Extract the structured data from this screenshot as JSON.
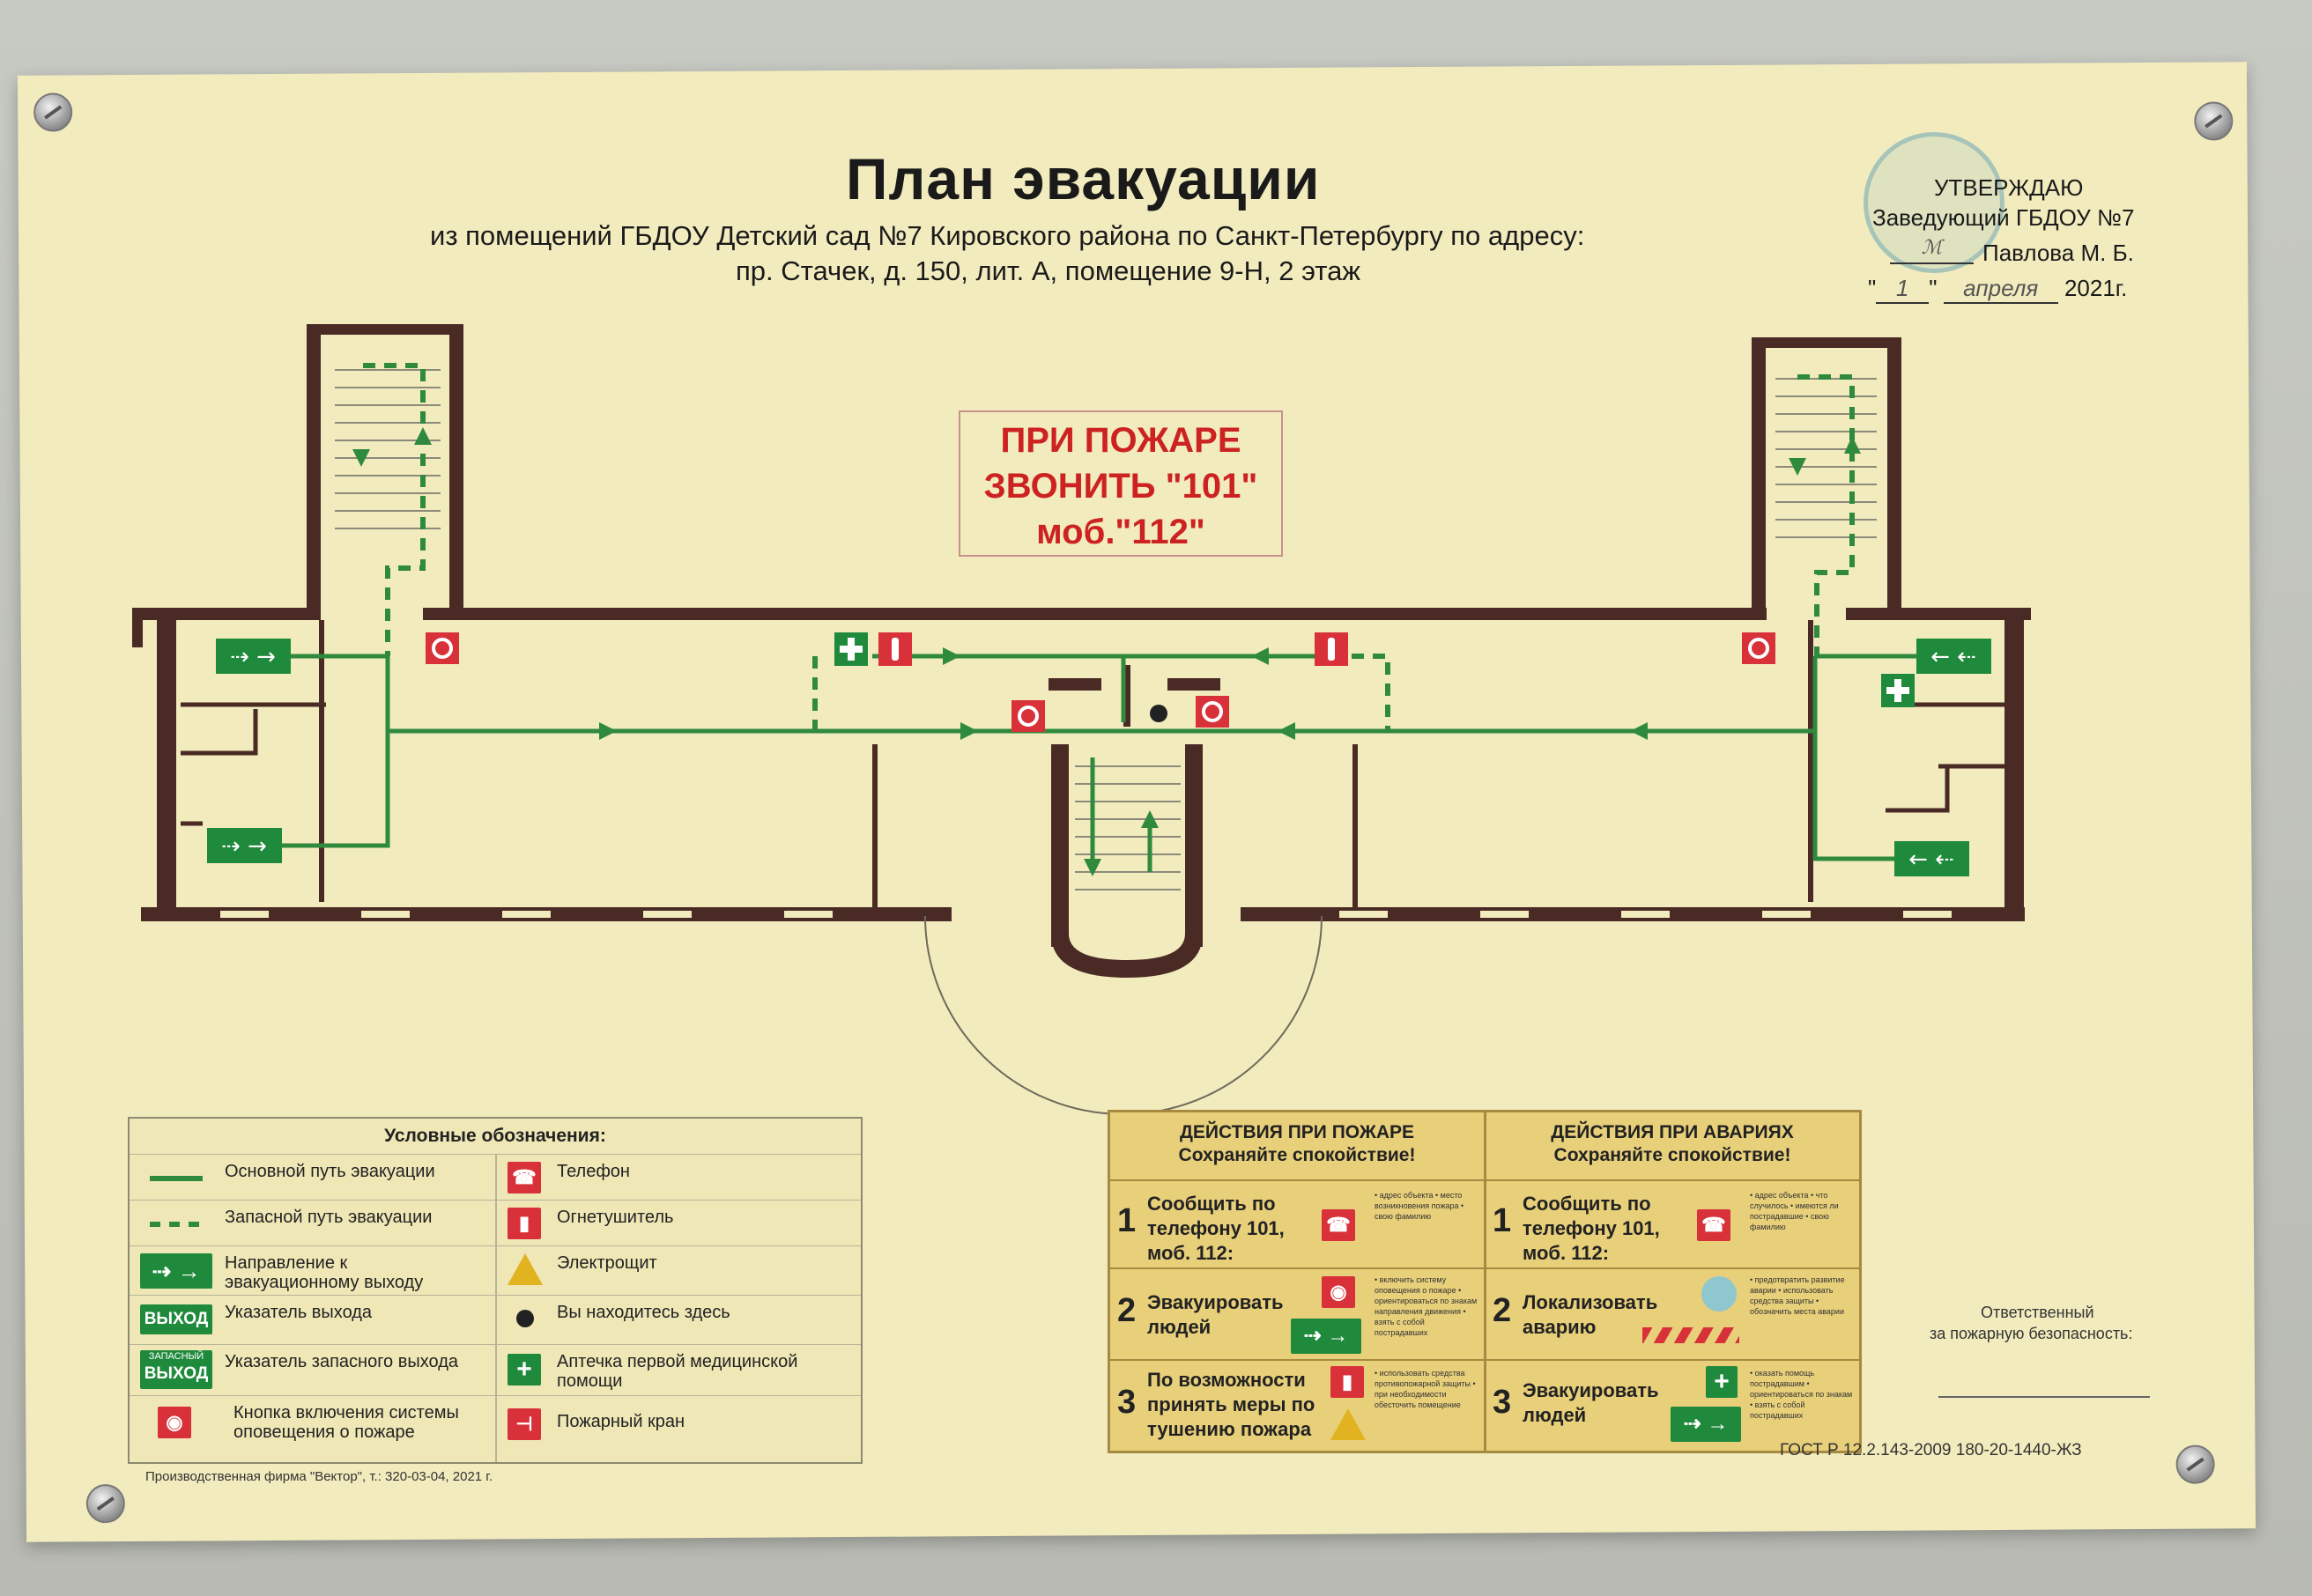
{
  "title": "План эвакуации",
  "subtitle_line1": "из помещений ГБДОУ Детский сад №7 Кировского района по Санкт-Петербургу по адресу:",
  "subtitle_line2": "пр. Стачек, д. 150, лит. А, помещение 9-Н, 2 этаж",
  "approval": {
    "heading": "УТВЕРЖДАЮ",
    "position": "Заведующий ГБДОУ №7",
    "name": "Павлова М. Б.",
    "date_prefix": "\"",
    "date_day": "1",
    "date_month": "апреля",
    "date_suffix": "2021г."
  },
  "fire_notice": {
    "line1": "ПРИ ПОЖАРЕ",
    "line2": "ЗВОНИТЬ \"101\"",
    "line3": "моб.\"112\""
  },
  "legend": {
    "header": "Условные обозначения:",
    "left": [
      {
        "label": "Основной путь эвакуации"
      },
      {
        "label": "Запасной путь эвакуации"
      },
      {
        "label": "Направление к эвакуационному выходу"
      },
      {
        "label": "Указатель выхода",
        "sign": "ВЫХОД"
      },
      {
        "label": "Указатель запасного выхода",
        "sign_top": "ЗАПАСНЫЙ",
        "sign": "ВЫХОД"
      },
      {
        "label": "Кнопка включения системы оповещения о пожаре"
      }
    ],
    "right": [
      {
        "label": "Телефон"
      },
      {
        "label": "Огнетушитель"
      },
      {
        "label": "Электрощит"
      },
      {
        "label": "Вы находитесь здесь"
      },
      {
        "label": "Аптечка первой медицинской помощи"
      },
      {
        "label": "Пожарный кран"
      }
    ]
  },
  "actions_fire": {
    "header1": "ДЕЙСТВИЯ ПРИ ПОЖАРЕ",
    "header2": "Сохраняйте спокойствие!",
    "steps": [
      {
        "num": "1",
        "text": "Сообщить по телефону 101, моб. 112:",
        "bullets": "• адрес объекта • место возникновения пожара • свою фамилию"
      },
      {
        "num": "2",
        "text": "Эвакуировать людей",
        "bullets": "• включить систему оповещения о пожаре • ориентироваться по знакам направления движения • взять с собой пострадавших"
      },
      {
        "num": "3",
        "text": "По возможности принять меры по тушению пожара",
        "bullets": "• использовать средства противопожарной защиты • при необходимости обесточить помещение"
      }
    ]
  },
  "actions_accident": {
    "header1": "ДЕЙСТВИЯ ПРИ АВАРИЯХ",
    "header2": "Сохраняйте спокойствие!",
    "steps": [
      {
        "num": "1",
        "text": "Сообщить по телефону 101, моб. 112:",
        "bullets": "• адрес объекта • что случилось • имеются ли пострадавшие • свою фамилию"
      },
      {
        "num": "2",
        "text": "Локализовать аварию",
        "bullets": "• предотвратить развитие аварии • использовать средства защиты • обозначить места аварии"
      },
      {
        "num": "3",
        "text": "Эвакуировать людей",
        "bullets": "• оказать помощь пострадавшим • ориентироваться по знакам • взять с собой пострадавших"
      }
    ]
  },
  "responsible": {
    "line1": "Ответственный",
    "line2": "за пожарную безопасность:"
  },
  "manufacturer": "Производственная фирма \"Вектор\", т.: 320-03-04, 2021 г.",
  "gost": "ГОСТ Р 12.2.143-2009 180-20-1440-ЖЗ",
  "colors": {
    "board": "#f2ebbd",
    "wall": "#4a2a24",
    "route": "#2f8a3e",
    "red": "#d8313a",
    "green": "#1f8a3c"
  }
}
